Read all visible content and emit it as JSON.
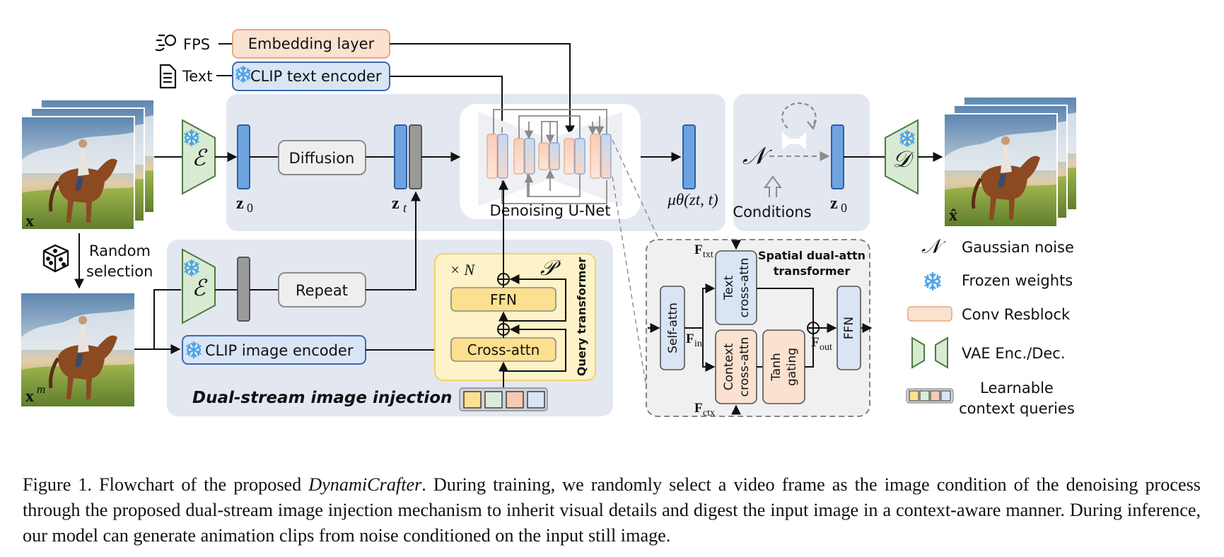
{
  "inputs": {
    "fps_label": "FPS",
    "text_label": "Text",
    "random_selection_line1": "Random",
    "random_selection_line2": "selection"
  },
  "modules": {
    "embedding_layer": "Embedding layer",
    "clip_text_encoder": "CLIP text encoder",
    "clip_image_encoder": "CLIP image encoder",
    "diffusion": "Diffusion",
    "repeat": "Repeat",
    "ffn": "FFN",
    "cross_attn": "Cross-attn",
    "query_transformer": "Query transformer",
    "times_n": "× N",
    "p_symbol": "𝒫",
    "unet": "Denoising U-Net",
    "encoder_symbol": "ℰ",
    "decoder_symbol": "𝒟",
    "noise_symbol": "𝒩",
    "conditions": "Conditions",
    "dual_stream": "Dual-stream image injection"
  },
  "variables": {
    "x": "x",
    "xm_base": "x",
    "xm_sup": "m",
    "xhat": "x̂",
    "z0": "z",
    "z0_sub": "0",
    "zt": "z",
    "zt_sub": "t",
    "mu": "μθ(zt, t)"
  },
  "spatial": {
    "title_line1": "Spatial dual-attn",
    "title_line2": "transformer",
    "self_attn": "Self-attn",
    "text_cross_line1": "Text",
    "text_cross_line2": "cross-attn",
    "ctx_cross_line1": "Context",
    "ctx_cross_line2": "cross-attn",
    "tanh_line1": "Tanh",
    "tanh_line2": "gating",
    "ffn": "FFN",
    "f_txt": "F",
    "f_txt_sub": "txt",
    "f_in": "F",
    "f_in_sub": "in",
    "f_out": "F",
    "f_out_sub": "out",
    "f_ctx": "F",
    "f_ctx_sub": "ctx"
  },
  "legend": {
    "gaussian": "Gaussian noise",
    "frozen": "Frozen weights",
    "conv": "Conv Resblock",
    "vae": "VAE Enc./Dec.",
    "learnable_line1": "Learnable",
    "learnable_line2": "context queries"
  },
  "caption": {
    "prefix": "Figure 1.  Flowchart of the proposed ",
    "name": "DynamiCrafter",
    "body": ".  During training, we randomly select a video frame as the image condition of the denoising process through the proposed dual-stream image injection mechanism to inherit visual details and digest the input image in a context-aware manner. During inference, our model can generate animation clips from noise conditioned on the input still image."
  },
  "colors": {
    "panel_bg": "#e3e7f0",
    "blue_fill": "#6fa3e0",
    "blue_stroke": "#2a5fa8",
    "gray_fill": "#9a9a9a",
    "vae_fill": "#d9ead3",
    "embed_fill": "#fbe1cf",
    "clip_fill": "#d9e4f5",
    "query_fill": "#fdf2c8",
    "ffn_fill": "#fde08f",
    "query_tokens": [
      "#fde08f",
      "#d9ecd9",
      "#f7c9b6",
      "#dae4f4"
    ]
  }
}
